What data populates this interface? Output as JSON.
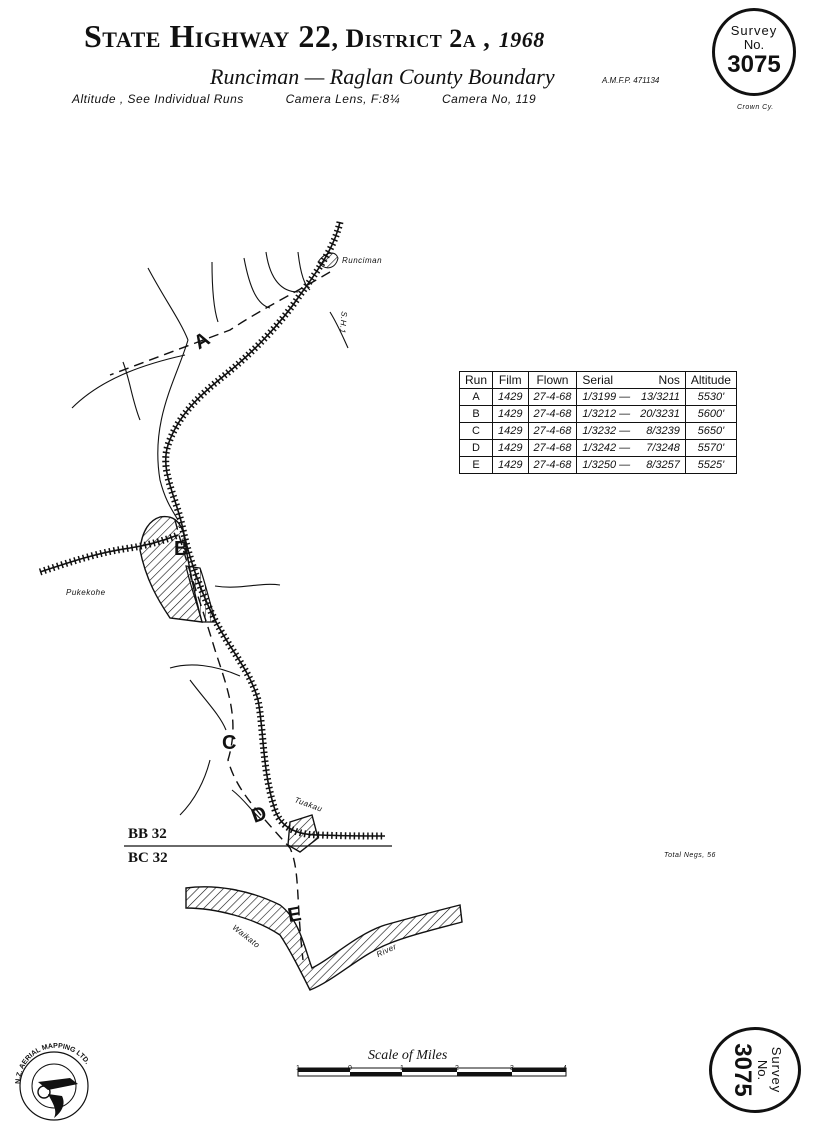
{
  "header": {
    "title_main": "State Highway 22",
    "title_district": ", District 2a ,",
    "title_year": "1968",
    "subtitle": "Runciman — Raglan County Boundary",
    "amfp": "A.M.F.P. 471134",
    "altitude_note": "Altitude , See Individual Runs",
    "camera_lens": "Camera Lens, F:8¼",
    "camera_no": "Camera No, 119",
    "crown": "Crown Cy."
  },
  "survey_stamp": {
    "line1": "Survey",
    "line2": "No.",
    "number": "3075"
  },
  "runs_table": {
    "headers": [
      "Run",
      "Film",
      "Flown",
      "Serial",
      "Nos",
      "Altitude"
    ],
    "rows": [
      [
        "A",
        "1429",
        "27-4-68",
        "1/3199 —",
        "13/3211",
        "5530'"
      ],
      [
        "B",
        "1429",
        "27-4-68",
        "1/3212 —",
        "20/3231",
        "5600'"
      ],
      [
        "C",
        "1429",
        "27-4-68",
        "1/3232 —",
        "8/3239",
        "5650'"
      ],
      [
        "D",
        "1429",
        "27-4-68",
        "1/3242 —",
        "7/3248",
        "5570'"
      ],
      [
        "E",
        "1429",
        "27-4-68",
        "1/3250 —",
        "8/3257",
        "5525'"
      ]
    ]
  },
  "map_labels": {
    "runciman": "Runciman",
    "sh1": "S.H.1",
    "pukekohe": "Pukekohe",
    "tuakau": "Tuakau",
    "waikato": "Waikato",
    "river": "River",
    "total_negs": "Total Negs, 56",
    "sheet_bb": "BB 32",
    "sheet_bc": "BC 32",
    "run_a": "A",
    "run_b": "B",
    "run_c": "C",
    "run_d": "D",
    "run_e": "E"
  },
  "scale": {
    "title": "Scale of Miles",
    "ticks": [
      "1",
      "0",
      "1",
      "2",
      "3",
      "4"
    ]
  },
  "logo": {
    "text": "N.Z. AERIAL MAPPING LTD."
  },
  "icons": {
    "logo": "aerial-mapping-logo-icon",
    "railway": "railway-line-icon"
  }
}
